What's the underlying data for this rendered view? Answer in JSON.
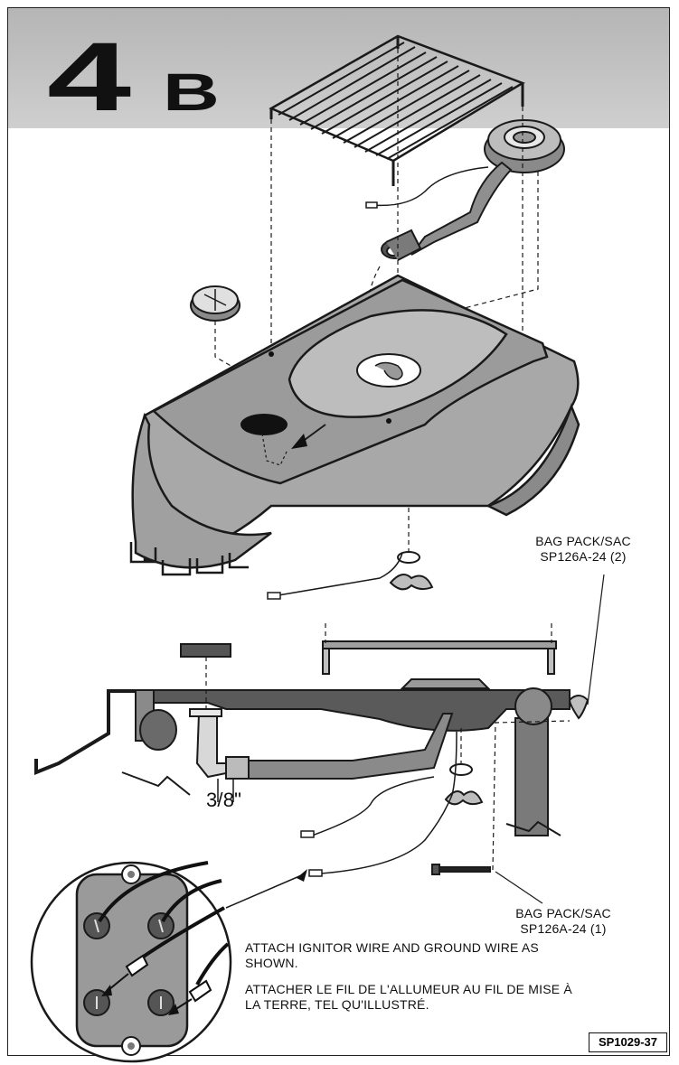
{
  "step": {
    "number": "4",
    "letter": "B"
  },
  "callouts": {
    "bag_pack_top": {
      "line1": "BAG PACK/SAC",
      "line2": "SP126A-24 (2)"
    },
    "bag_pack_bottom": {
      "line1": "BAG PACK/SAC",
      "line2": "SP126A-24 (1)"
    },
    "fitting_size": "3/8\""
  },
  "instructions": {
    "english": "ATTACH IGNITOR WIRE AND GROUND WIRE AS SHOWN.",
    "french": "ATTACHER LE FIL DE L'ALLUMEUR AU FIL DE MISE À LA TERRE, TEL QU'ILLUSTRÉ."
  },
  "part_code": "SP1029-37",
  "colors": {
    "header_gray": "#c4c4c4",
    "body_gray": "#9a9a9a",
    "dark_gray": "#4a4a4a",
    "line": "#1a1a1a"
  }
}
